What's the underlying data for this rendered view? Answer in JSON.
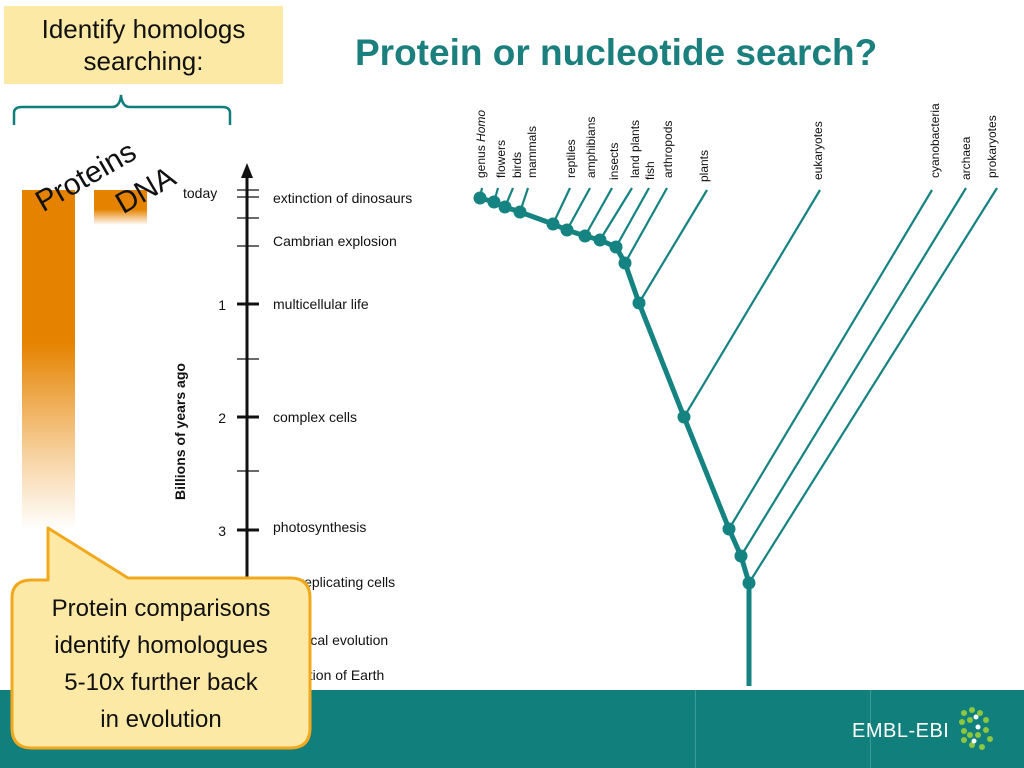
{
  "slide": {
    "title": "Protein or nucleotide search?",
    "homolog_box": [
      "Identify homologs",
      "searching:"
    ],
    "labels": {
      "proteins": "Proteins",
      "dna": "DNA"
    },
    "callout": [
      "Protein comparisons",
      "identify homologues",
      "5-10x  further back",
      "in evolution"
    ],
    "footer": {
      "logo_text": "EMBL-EBI"
    }
  },
  "timeline": {
    "axis_label": "Billions of years ago",
    "today_label": "today",
    "tick_labels": [
      "1",
      "2",
      "3"
    ],
    "events": [
      "extinction of dinosaurs",
      "Cambrian explosion",
      "multicellular life",
      "complex cells",
      "photosynthesis",
      "self-replicating cells",
      "chemical evolution",
      "formation of Earth"
    ]
  },
  "tree": {
    "taxa": [
      "genus Homo",
      "flowers",
      "birds",
      "mammals",
      "reptiles",
      "amphibians",
      "insects",
      "land plants",
      "fish",
      "arthropods",
      "plants",
      "eukaryotes",
      "cyanobacteria",
      "archaea",
      "prokaryotes"
    ]
  },
  "colors": {
    "teal": "#11807d",
    "orange": "#e58300",
    "callout_fill": "#fde9a6",
    "callout_border": "#f2a81d",
    "tree": "#148381"
  }
}
